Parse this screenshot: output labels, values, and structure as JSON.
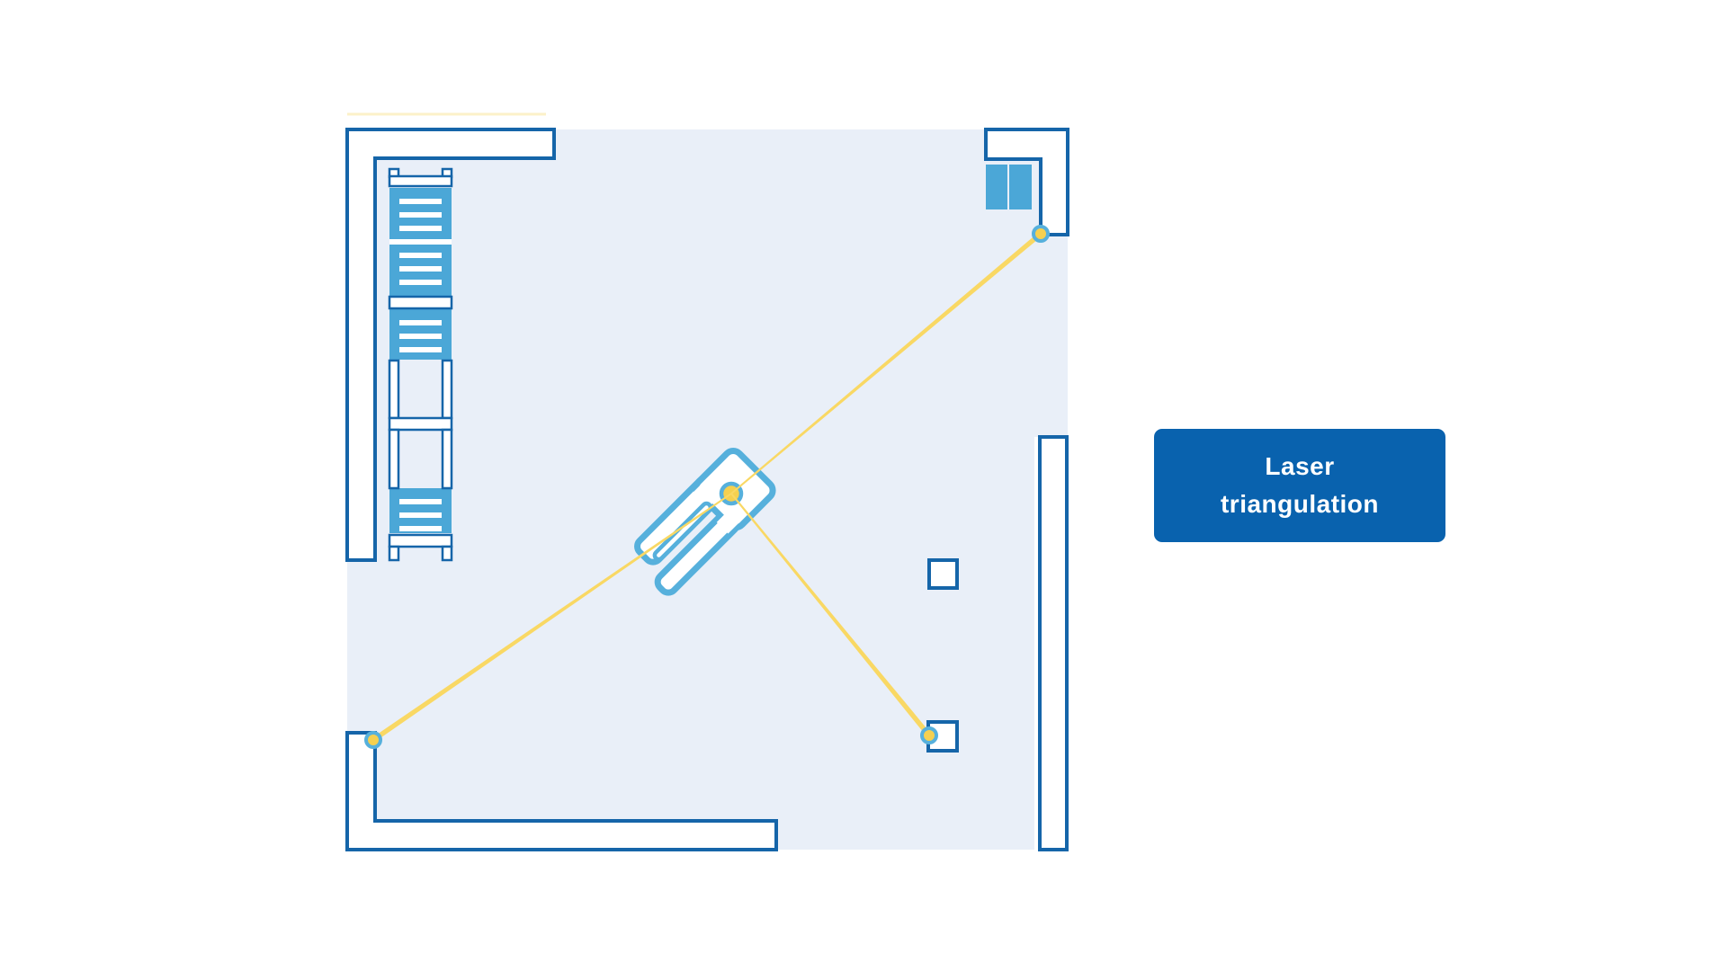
{
  "label": {
    "line1": "Laser",
    "line2": "triangulation"
  },
  "colors": {
    "background": "#ffffff",
    "floor": "#e9eff8",
    "wall_outline": "#1565a9",
    "wall_fill": "#ffffff",
    "accent_light_blue": "#56b0dc",
    "storage_blue": "#4ba7d7",
    "laser_yellow": "#f9d864",
    "reflector_yellow": "#f5d04f",
    "label_background": "#0962ae",
    "label_text": "#ffffff"
  },
  "scene": {
    "description": "Top-view floor plan of a warehouse room in which an automated forklift (AGV) determines its position by laser triangulation: a rotating laser scanner on the vehicle hits three wall-mounted reflectors.",
    "elements": [
      "room-floor",
      "perimeter-wall-top-left",
      "perimeter-wall-bottom-left",
      "perimeter-wall-corner-top-right",
      "perimeter-wall-right",
      "door-panels-top-right",
      "storage-rack-left",
      "marker-square-mid-right",
      "marker-square-bottom-right",
      "agv-forklift",
      "laser-scanner",
      "laser-beam-to-top-right-reflector",
      "laser-beam-to-bottom-left-reflector",
      "laser-beam-to-bottom-center-reflector",
      "reflector-top-right",
      "reflector-bottom-left",
      "reflector-bottom-center"
    ]
  }
}
